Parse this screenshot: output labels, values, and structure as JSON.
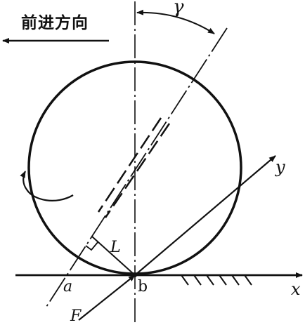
{
  "diagram": {
    "direction_label": "前进方向",
    "labels": {
      "gamma": "γ",
      "y_axis": "y",
      "x_axis": "x",
      "L": "L",
      "a": "a",
      "b": "b",
      "F": "F"
    },
    "stroke_color": "#111111"
  }
}
